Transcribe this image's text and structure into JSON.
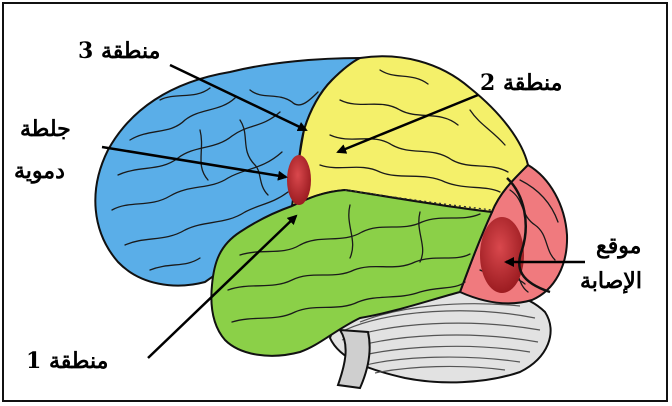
{
  "labels": {
    "region3": "منطقة 3",
    "region2": "منطقة 2",
    "region1": "منطقة 1",
    "clot_line1": "جلطة",
    "clot_line2": "دموية",
    "injury_line1": "موقع",
    "injury_line2": "الإصابة"
  },
  "colors": {
    "frontal": "#5aaee8",
    "parietal": "#f4f06a",
    "temporal": "#8bd048",
    "occipital": "#f07a7e",
    "cerebellum": "#e2e2e2",
    "brainstem": "#cfcfcf",
    "lesion": "#b8262b",
    "outline": "#111111",
    "arrow": "#000000"
  }
}
